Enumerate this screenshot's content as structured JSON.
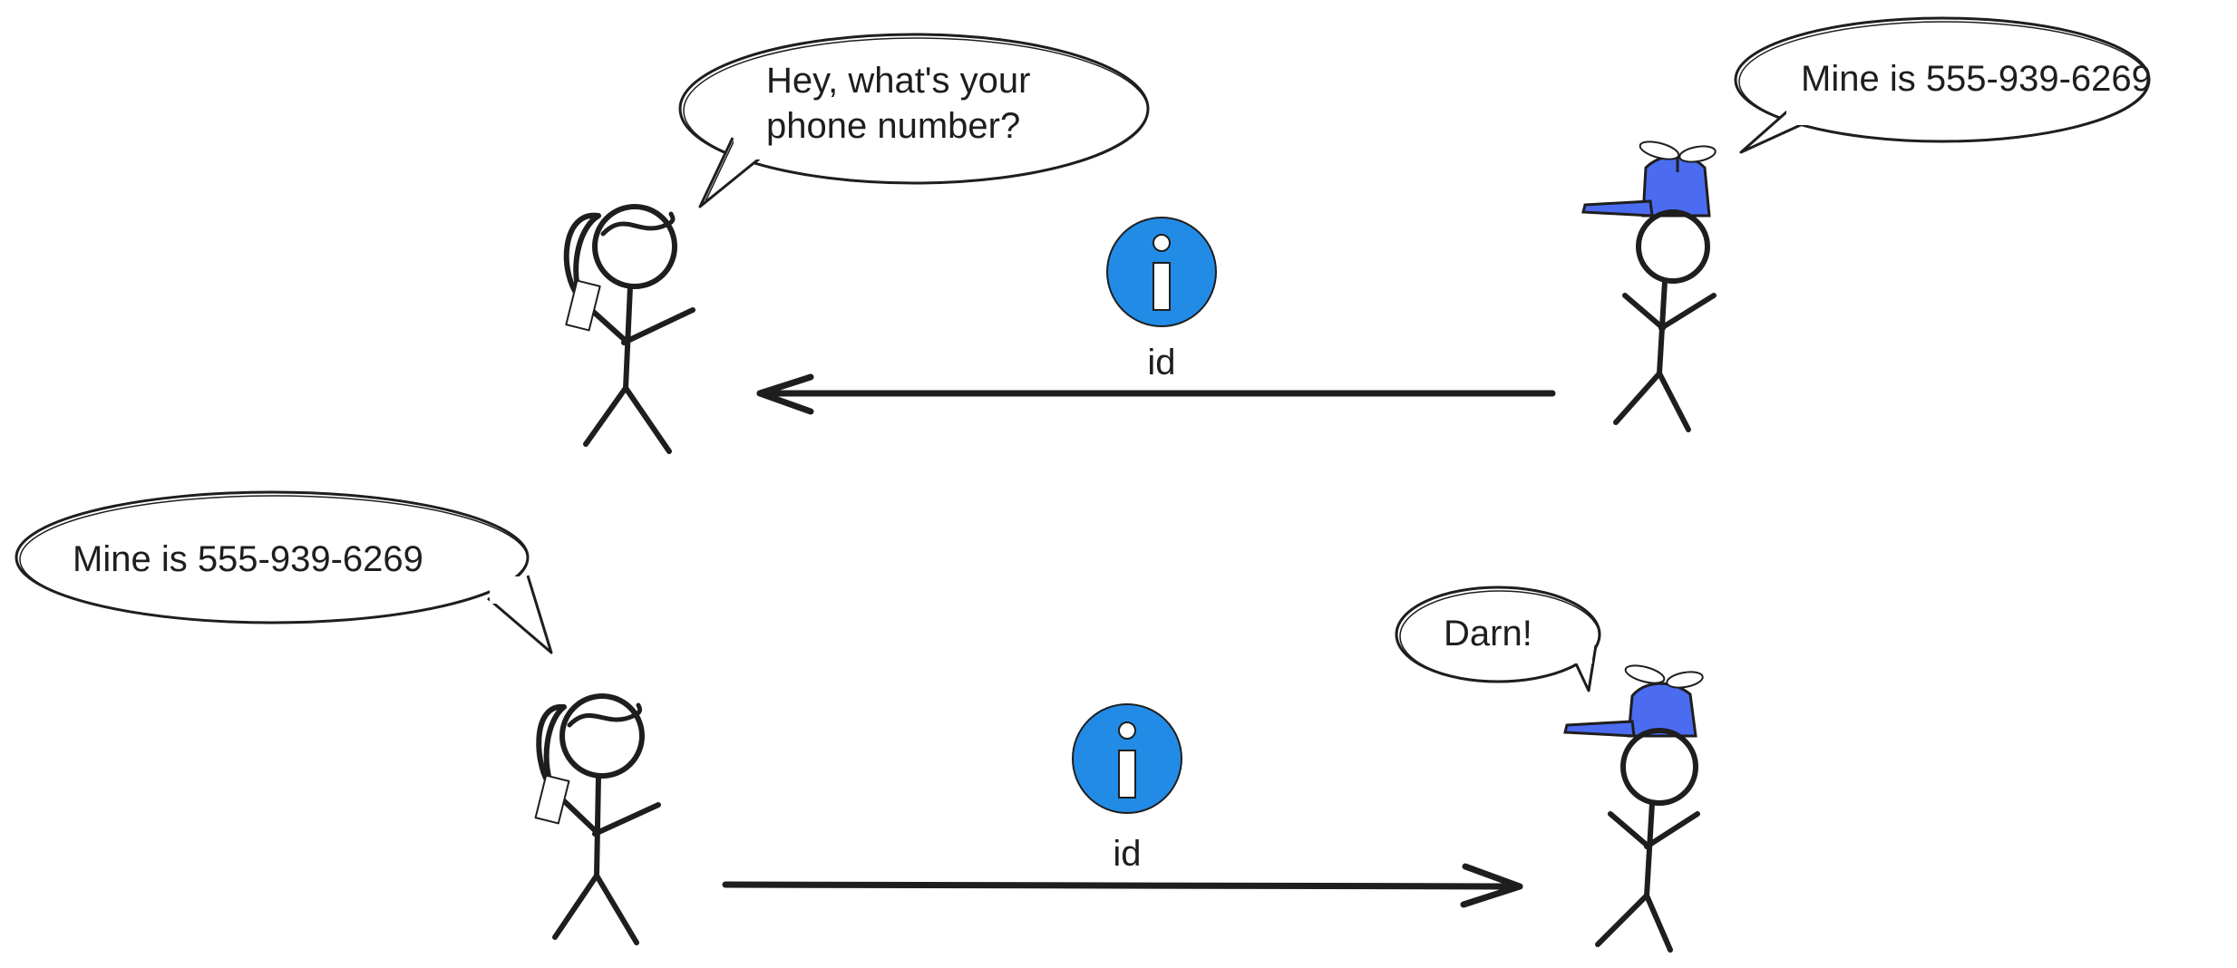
{
  "colors": {
    "stroke": "#1e1e1e",
    "hat": "#4b6cf0",
    "info_icon": "#228be6",
    "background": "#ffffff"
  },
  "icons": {
    "info": "info-circle-icon"
  },
  "top_exchange": {
    "left_bubble": {
      "line1": "Hey, what's your",
      "line2": "phone number?"
    },
    "right_bubble": {
      "text": "Mine is 555-939-6269"
    },
    "arrow_label": "id",
    "arrow_direction": "right-to-left"
  },
  "bottom_exchange": {
    "left_bubble": {
      "text": "Mine is 555-939-6269"
    },
    "right_bubble": {
      "text": "Darn!"
    },
    "arrow_label": "id",
    "arrow_direction": "left-to-right"
  }
}
